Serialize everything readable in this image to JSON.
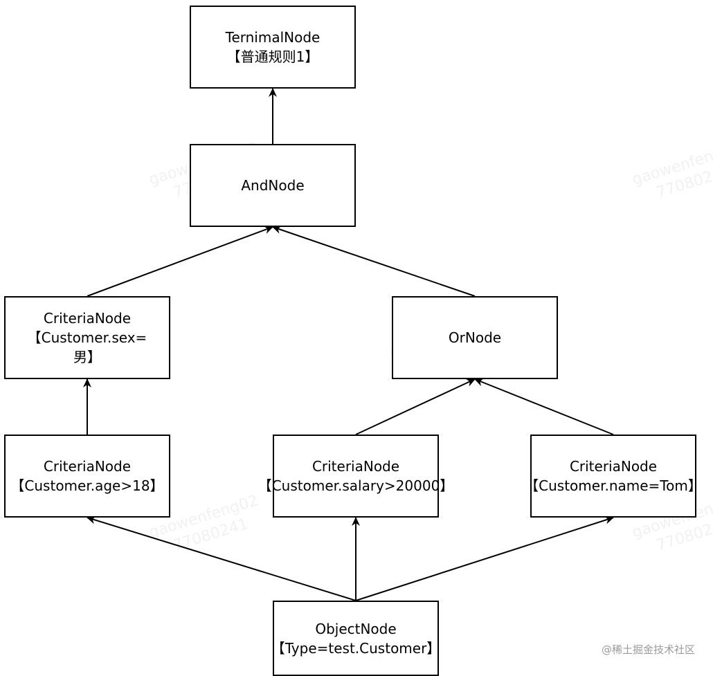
{
  "diagram": {
    "nodes": {
      "terminal": [
        "TernimalNode",
        "【普通规则1】"
      ],
      "and": [
        "AndNode"
      ],
      "criteria_sex": [
        "CriteriaNode",
        "【Customer.sex=",
        "男】"
      ],
      "or": [
        "OrNode"
      ],
      "criteria_age": [
        "CriteriaNode",
        "【Customer.age>18】"
      ],
      "criteria_salary": [
        "CriteriaNode",
        "【Customer.salary>20000】"
      ],
      "criteria_name": [
        "CriteriaNode",
        "【Customer.name=Tom】"
      ],
      "object": [
        "ObjectNode",
        "【Type=test.Customer】"
      ]
    },
    "edges": [
      {
        "from": "and",
        "to": "terminal"
      },
      {
        "from": "criteria_sex",
        "to": "and"
      },
      {
        "from": "or",
        "to": "and"
      },
      {
        "from": "criteria_age",
        "to": "criteria_sex"
      },
      {
        "from": "criteria_salary",
        "to": "or"
      },
      {
        "from": "criteria_name",
        "to": "or"
      },
      {
        "from": "object",
        "to": "criteria_age"
      },
      {
        "from": "object",
        "to": "criteria_salary"
      },
      {
        "from": "object",
        "to": "criteria_name"
      }
    ]
  },
  "watermark": [
    "gaowenfeng02",
    "77080241"
  ],
  "source_label": "@稀土掘金技术社区"
}
